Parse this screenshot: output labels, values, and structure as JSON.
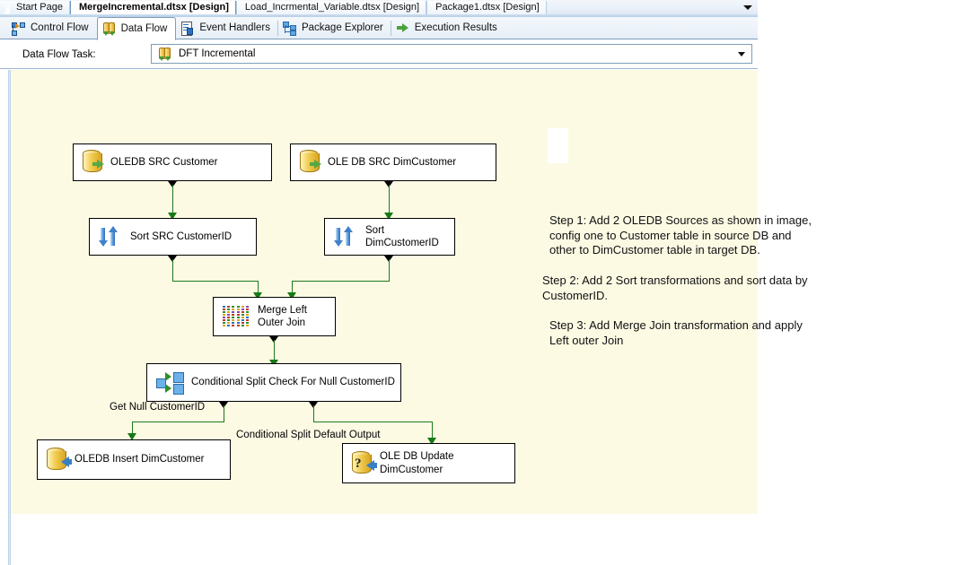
{
  "document_tabs": [
    {
      "label": "Start Page",
      "active": false
    },
    {
      "label": "MergeIncremental.dtsx [Design]",
      "active": true
    },
    {
      "label": "Load_Incrmental_Variable.dtsx [Design]",
      "active": false
    },
    {
      "label": "Package1.dtsx [Design]",
      "active": false
    }
  ],
  "designer_tabs": [
    {
      "label": "Control Flow",
      "icon": "control-flow-icon",
      "active": false
    },
    {
      "label": "Data Flow",
      "icon": "data-flow-icon",
      "active": true
    },
    {
      "label": "Event Handlers",
      "icon": "event-handlers-icon",
      "active": false
    },
    {
      "label": "Package Explorer",
      "icon": "package-explorer-icon",
      "active": false
    },
    {
      "label": "Execution Results",
      "icon": "execution-results-icon",
      "active": false
    }
  ],
  "task_selector": {
    "label": "Data Flow Task:",
    "value": "DFT Incremental",
    "icon": "data-flow-icon",
    "dropdown_icon": "chevron-down-icon"
  },
  "overflow_icon": "chevron-down-icon",
  "nodes": {
    "src_customer": "OLEDB SRC Customer",
    "src_dimcustomer": "OLE DB SRC DimCustomer",
    "sort_src": "Sort SRC CustomerID",
    "sort_dim_line1": "Sort",
    "sort_dim_line2": "DimCustomerID",
    "merge_line1": "Merge Left",
    "merge_line2": "Outer Join",
    "cond_split": "Conditional Split Check For Null CustomerID",
    "insert_dim": "OLEDB Insert DimCustomer",
    "update_dim_line1": "OLE DB Update",
    "update_dim_line2": "DimCustomer"
  },
  "connector_labels": {
    "get_null": "Get Null CustomerID",
    "default_output": "Conditional Split Default Output"
  },
  "annotation": {
    "step1_line1": "Step 1: Add 2 OLEDB Sources as shown in image,",
    "step1_line2": "config one to Customer table in source DB and",
    "step1_line3": "other to DimCustomer table in target DB.",
    "step2_line1": "Step 2: Add 2 Sort transformations and sort data by",
    "step2_line2": "CustomerID.",
    "step3_line1": "Step 3: Add Merge Join transformation and apply",
    "step3_line2": "Left outer Join"
  },
  "colors": {
    "canvas": "#fdfae4",
    "connector": "#1d7a1d",
    "arrowhead": "#157a15",
    "db_icon": "#e3b433",
    "sort_icon": "#3f80c8",
    "split_icon": "#6cb2e8",
    "chrome": "#e6eef7"
  }
}
